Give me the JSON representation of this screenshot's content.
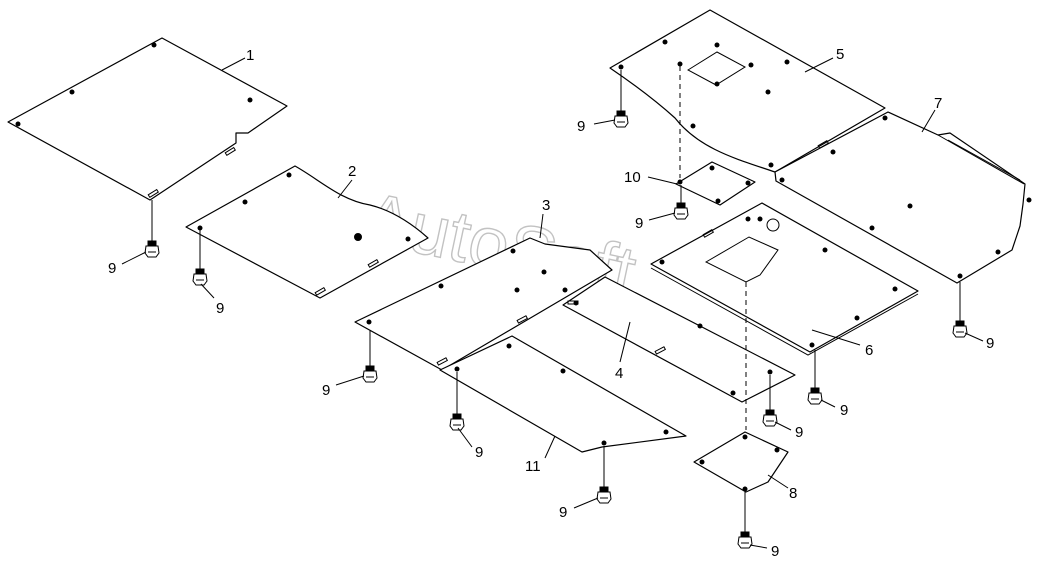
{
  "watermark": "AutoSoft",
  "callouts": {
    "c1": "1",
    "c2": "2",
    "c3": "3",
    "c4": "4",
    "c5": "5",
    "c6": "6",
    "c7": "7",
    "c8": "8",
    "c10": "10",
    "c11": "11",
    "c9": "9"
  }
}
